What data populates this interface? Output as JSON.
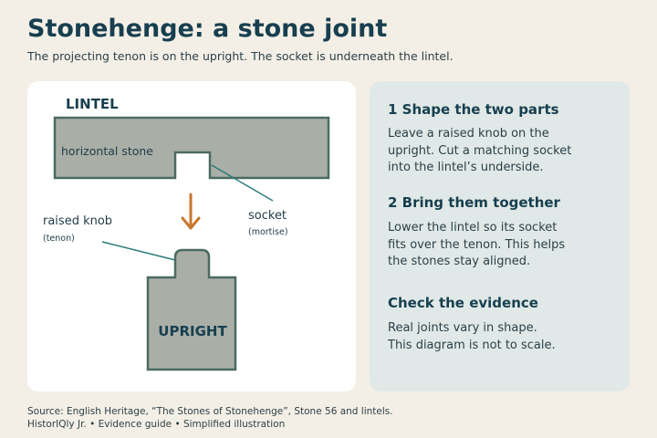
{
  "header": {
    "title": "Stonehenge: a stone joint",
    "subtitle": "The projecting tenon is on the upright. The socket is underneath the lintel."
  },
  "diagram": {
    "lintel_label": "LINTEL",
    "lintel_caption": "horizontal stone",
    "socket_label": "socket",
    "socket_sub": "(mortise)",
    "knob_label": "raised knob",
    "knob_sub": "(tenon)",
    "upright_label": "UPRIGHT",
    "colors": {
      "stone_fill": "#a9afa7",
      "stone_stroke": "#4b6b62",
      "arrow": "#c9772e",
      "leader": "#2a7a7a"
    }
  },
  "steps": [
    {
      "heading": "1 Shape the two parts",
      "lines": [
        "Leave a raised knob on the",
        "upright. Cut a matching socket",
        "into the lintel’s underside."
      ]
    },
    {
      "heading": "2 Bring them together",
      "lines": [
        "Lower the lintel so its socket",
        "fits over the tenon. This helps",
        "the stones stay aligned."
      ]
    },
    {
      "heading": "Check the evidence",
      "lines": [
        "Real joints vary in shape.",
        "This diagram is not to scale."
      ]
    }
  ],
  "footer": {
    "source": "Source: English Heritage, “The Stones of Stonehenge”, Stone 56 and lintels.",
    "credit": "HistorIQly Jr. • Evidence guide • Simplified illustration"
  }
}
